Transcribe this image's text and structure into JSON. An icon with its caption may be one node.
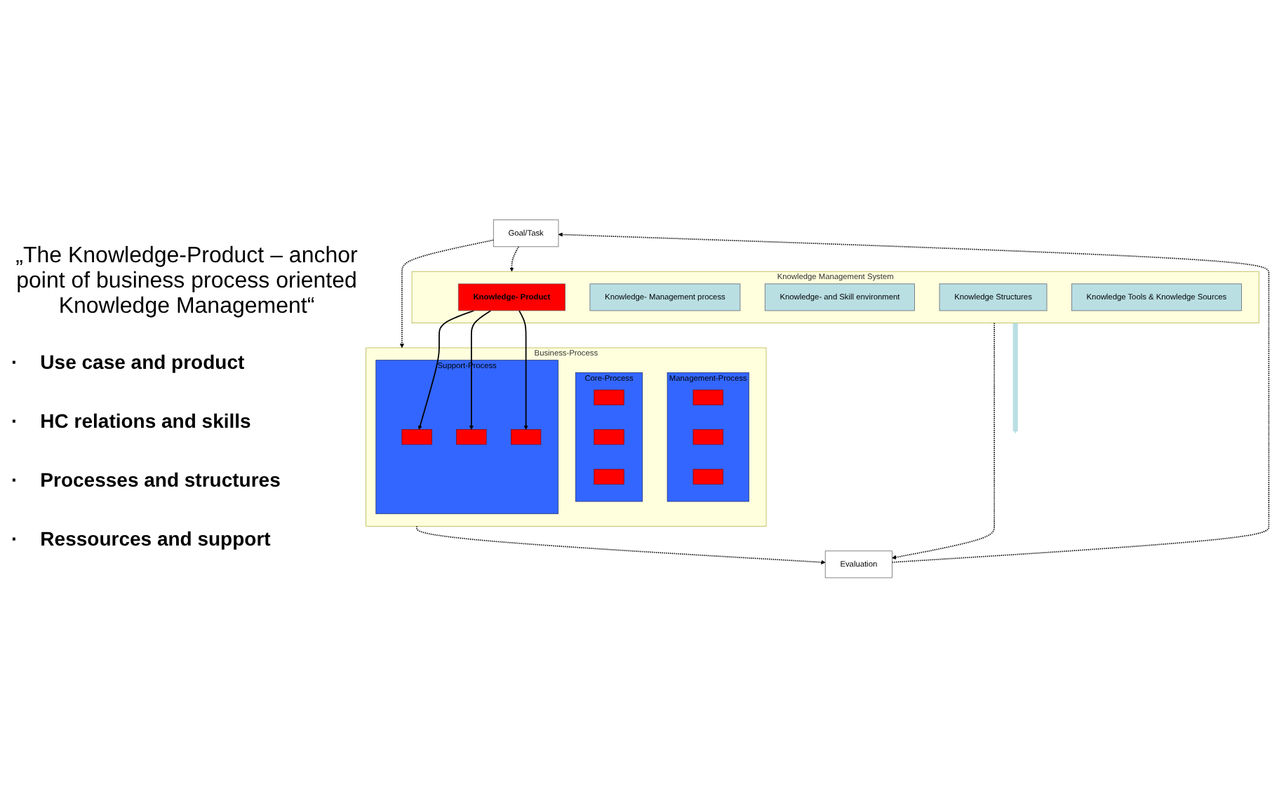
{
  "diagram": {
    "nodes": [
      {
        "text": [
          "Goal/Task"
        ]
      },
      {
        "text": [
          "Evaluation"
        ]
      },
      {
        "text": [
          "Business-Process"
        ]
      },
      {
        "text": [
          "Management-Process"
        ],
        "in": 2
      },
      {
        "text": [],
        "shape": "box",
        "in": 3
      },
      {
        "text": [],
        "shape": "box",
        "in": 3
      },
      {
        "text": [],
        "shape": "box",
        "in": 3
      },
      {
        "text": [
          "Core-Process"
        ],
        "in": 2
      },
      {
        "text": [],
        "shape": "box",
        "in": 7
      },
      {
        "text": [],
        "shape": "box",
        "in": 7
      },
      {
        "text": [],
        "shape": "box",
        "in": 7
      },
      {
        "text": [
          "Support-Process"
        ],
        "in": 2
      },
      {
        "text": [],
        "shape": "box",
        "in": 11
      },
      {
        "text": [],
        "shape": "box",
        "in": 11
      },
      {
        "text": [],
        "shape": "box",
        "in": 11
      },
      {
        "text": [
          "Knowledge Management System"
        ]
      },
      {
        "text": [
          "Knowledge- Product"
        ],
        "in": 15
      },
      {
        "text": [
          "Knowledge- Management process"
        ],
        "in": 15
      },
      {
        "text": [
          "Knowledge- and Skill environment"
        ],
        "in": 15
      },
      {
        "text": [
          "Knowledge Structures"
        ],
        "in": 15
      },
      {
        "text": [
          "Knowledge Tools & Knowledge Sources"
        ],
        "in": 15
      }
    ],
    "edges": [
      {
        "from": 1,
        "to": 0,
        "arrow": "to",
        "style": "dashed"
      },
      {
        "from": 0,
        "to": 2,
        "arrow": "to",
        "style": "dashed"
      },
      {
        "from": 0,
        "to": 15,
        "arrow": "to",
        "style": "dashed"
      },
      {
        "from": 2,
        "to": 1,
        "arrow": "to",
        "style": "dashed"
      },
      {
        "from": 15,
        "to": 1,
        "arrow": "to",
        "style": "dashed"
      },
      {
        "from": 16,
        "to": 12,
        "arrow": "to"
      },
      {
        "from": 16,
        "to": 13,
        "arrow": "to"
      },
      {
        "from": 16,
        "to": 14,
        "arrow": "to"
      },
      {
        "from": 15,
        "to": null,
        "arrow": "to",
        "style": "thick",
        "color": "#b9dfe3"
      }
    ],
    "labels": [
      "„The Knowledge-Product – anchor point of business process oriented Knowledge Management“",
      "·",
      "Use case and product",
      "·",
      "HC relations and skills",
      "·",
      "Processes and structures",
      "·",
      "Ressources and support"
    ]
  }
}
